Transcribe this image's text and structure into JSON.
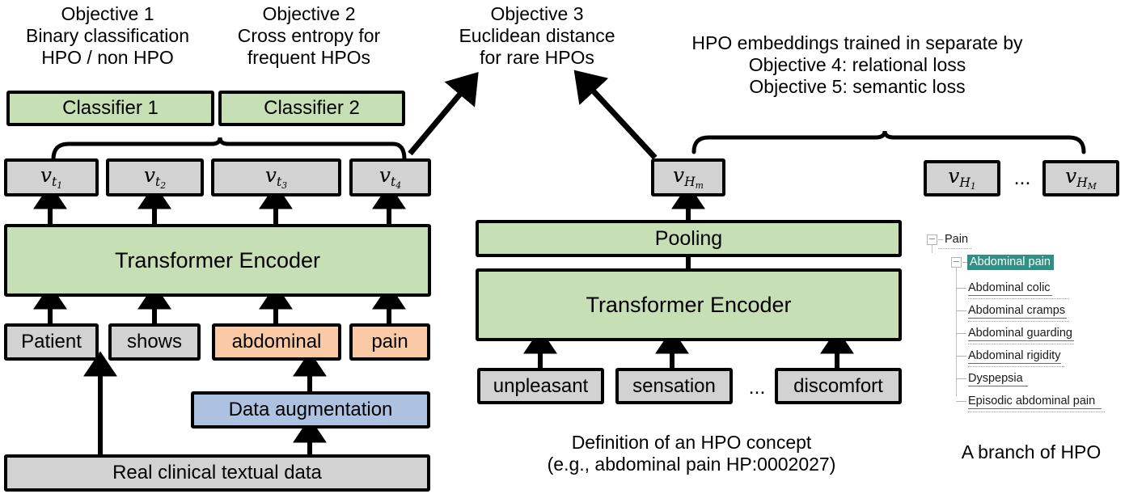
{
  "objectives": {
    "obj1": "Objective 1\nBinary classification\nHPO / non HPO",
    "obj2": "Objective 2\nCross entropy for\nfrequent HPOs",
    "obj3": "Objective 3\nEuclidean distance\nfor rare HPOs",
    "obj45": "HPO embeddings trained in separate by\nObjective 4: relational loss\nObjective 5: semantic loss"
  },
  "classifiers": {
    "c1": "Classifier 1",
    "c2": "Classifier 2"
  },
  "token_embeddings": [
    {
      "base": "v",
      "sub": "t",
      "subsub": "1"
    },
    {
      "base": "v",
      "sub": "t",
      "subsub": "2"
    },
    {
      "base": "v",
      "sub": "t",
      "subsub": "3"
    },
    {
      "base": "v",
      "sub": "t",
      "subsub": "4"
    }
  ],
  "hpo_embeddings": [
    {
      "base": "v",
      "sub": "H",
      "subsub": "m"
    },
    {
      "base": "v",
      "sub": "H",
      "subsub": "1"
    },
    {
      "base": "v",
      "sub": "H",
      "subsub": "M"
    }
  ],
  "ellipsis": "...",
  "encoders": {
    "left": "Transformer Encoder",
    "right": "Transformer Encoder",
    "pooling": "Pooling"
  },
  "input_words": [
    {
      "text": "Patient",
      "color": "gray"
    },
    {
      "text": "shows",
      "color": "gray"
    },
    {
      "text": "abdominal",
      "color": "orange"
    },
    {
      "text": "pain",
      "color": "orange"
    }
  ],
  "definition_words": [
    {
      "text": "unpleasant"
    },
    {
      "text": "sensation"
    },
    {
      "text": "discomfort"
    }
  ],
  "data_augmentation": "Data augmentation",
  "real_data": "Real clinical textual data",
  "captions": {
    "definition": "Definition of an HPO concept\n(e.g., abdominal pain HP:0002027)",
    "branch": "A branch of HPO"
  },
  "hpo_tree": {
    "root": "Pain",
    "selected": "Abdominal pain",
    "children": [
      "Abdominal colic",
      "Abdominal cramps",
      "Abdominal guarding",
      "Abdominal rigidity",
      "Dyspepsia",
      "Episodic abdominal pain"
    ]
  },
  "colors": {
    "green": "#c6dfb4",
    "gray": "#d2d2d2",
    "orange": "#fac9a5",
    "blue": "#adc2e0",
    "teal_highlight": "#309085",
    "stroke": "#000000"
  }
}
